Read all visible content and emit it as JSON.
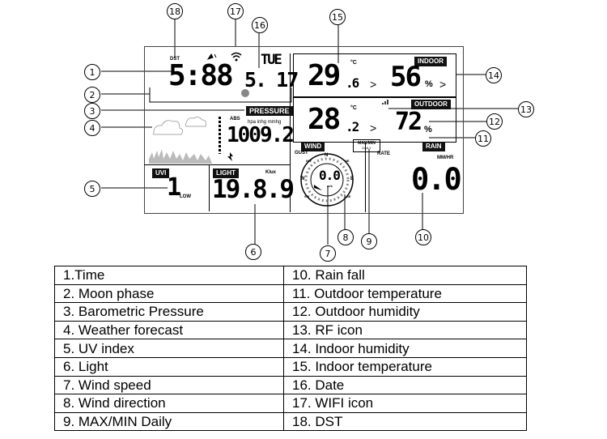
{
  "display": {
    "dst": "DST",
    "time": "5:88",
    "weekday": "TUE",
    "date": "5. 17",
    "pressure_label": "PRESSURE",
    "pressure_mode": "ABS",
    "pressure_units": "hpa inhg mmhg",
    "pressure_value": "1009.2",
    "uvi_label": "UVI",
    "uvi_value": "1",
    "uvi_level": "LOW",
    "light_label": "LIGHT",
    "light_unit": "Klux",
    "light_value": "19.8.9",
    "indoor_label": "INDOOR",
    "indoor_temp": "29",
    "indoor_temp_dec": ".6",
    "indoor_temp_unit": "°C",
    "indoor_hum": "56",
    "indoor_hum_unit": "%",
    "outdoor_label": "OUTDOOR",
    "outdoor_temp": "28",
    "outdoor_temp_dec": ".2",
    "outdoor_temp_unit": "°C",
    "outdoor_hum": "72",
    "outdoor_hum_unit": "%",
    "wind_label": "WIND",
    "gust_label": "GUST",
    "maxmin_label": "MAX/MIN",
    "daily_label": "DAILY",
    "wind_speed": "0.0",
    "wind_unit": "m/s",
    "compass_n": "N",
    "compass_w": "W",
    "compass_e": "E",
    "compass_nw": "NW",
    "compass_ne": "NE",
    "compass_sw": "SW",
    "compass_se": "SE",
    "rain_label": "RAIN",
    "rain_rate_label": "RATE",
    "rain_unit": "MM/HR",
    "rain_value": "0.0",
    "arrow": ">"
  },
  "callouts": [
    "1",
    "2",
    "3",
    "4",
    "5",
    "6",
    "7",
    "8",
    "9",
    "10",
    "11",
    "12",
    "13",
    "14",
    "15",
    "16",
    "17",
    "18"
  ],
  "legend": [
    [
      "1.Time",
      "10. Rain fall"
    ],
    [
      "2. Moon phase",
      "11. Outdoor temperature"
    ],
    [
      "3. Barometric Pressure",
      "12. Outdoor humidity"
    ],
    [
      "4. Weather forecast",
      "13. RF icon"
    ],
    [
      "5. UV index",
      "14. Indoor humidity"
    ],
    [
      "6. Light",
      "15. Indoor temperature"
    ],
    [
      "7. Wind speed",
      "16. Date"
    ],
    [
      "8. Wind direction",
      "17. WIFI icon"
    ],
    [
      "9. MAX/MIN Daily",
      "18. DST"
    ]
  ]
}
